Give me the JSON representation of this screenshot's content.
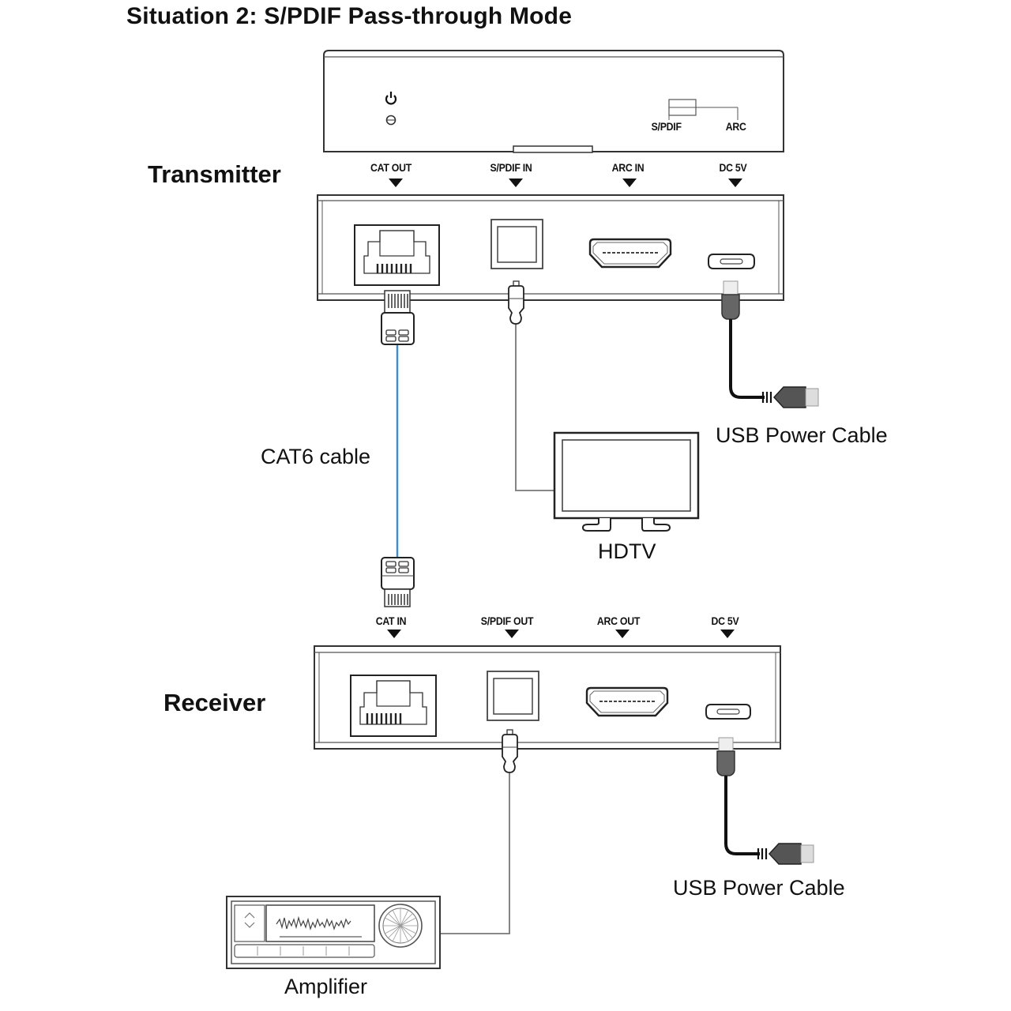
{
  "title": "Situation 2: S/PDIF Pass-through Mode",
  "transmitter": {
    "label": "Transmitter",
    "front_panel": {
      "power_icon": "power-icon",
      "led_icon": "led-indicator-icon",
      "switch_left_label": "S/PDIF",
      "switch_right_label": "ARC"
    },
    "ports": [
      {
        "label": "CAT OUT",
        "type": "rj45"
      },
      {
        "label": "S/PDIF IN",
        "type": "optical"
      },
      {
        "label": "ARC IN",
        "type": "hdmi"
      },
      {
        "label": "DC 5V",
        "type": "micro-usb"
      }
    ]
  },
  "receiver": {
    "label": "Receiver",
    "ports": [
      {
        "label": "CAT IN",
        "type": "rj45"
      },
      {
        "label": "S/PDIF OUT",
        "type": "optical"
      },
      {
        "label": "ARC OUT",
        "type": "hdmi"
      },
      {
        "label": "DC 5V",
        "type": "micro-usb"
      }
    ]
  },
  "cables": {
    "cat6": {
      "label": "CAT6 cable",
      "color": "#3a8fd0"
    },
    "usb_tx": {
      "label": "USB Power Cable"
    },
    "usb_rx": {
      "label": "USB Power Cable"
    }
  },
  "devices": {
    "hdtv": {
      "label": "HDTV"
    },
    "amplifier": {
      "label": "Amplifier"
    }
  }
}
